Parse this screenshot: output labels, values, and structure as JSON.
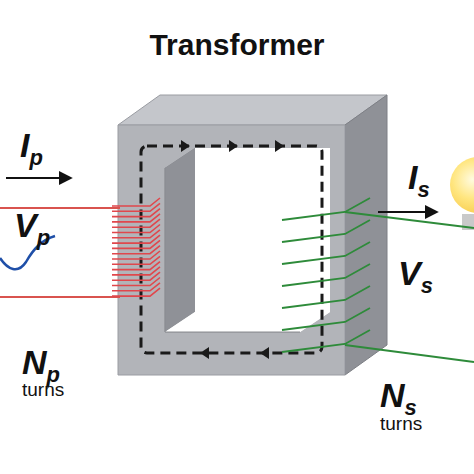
{
  "diagram": {
    "title": "Transformer",
    "labels": [
      "Ip",
      "Vp",
      "Np",
      "turns",
      "Is",
      "Vs",
      "Ns",
      "turns"
    ]
  }
}
